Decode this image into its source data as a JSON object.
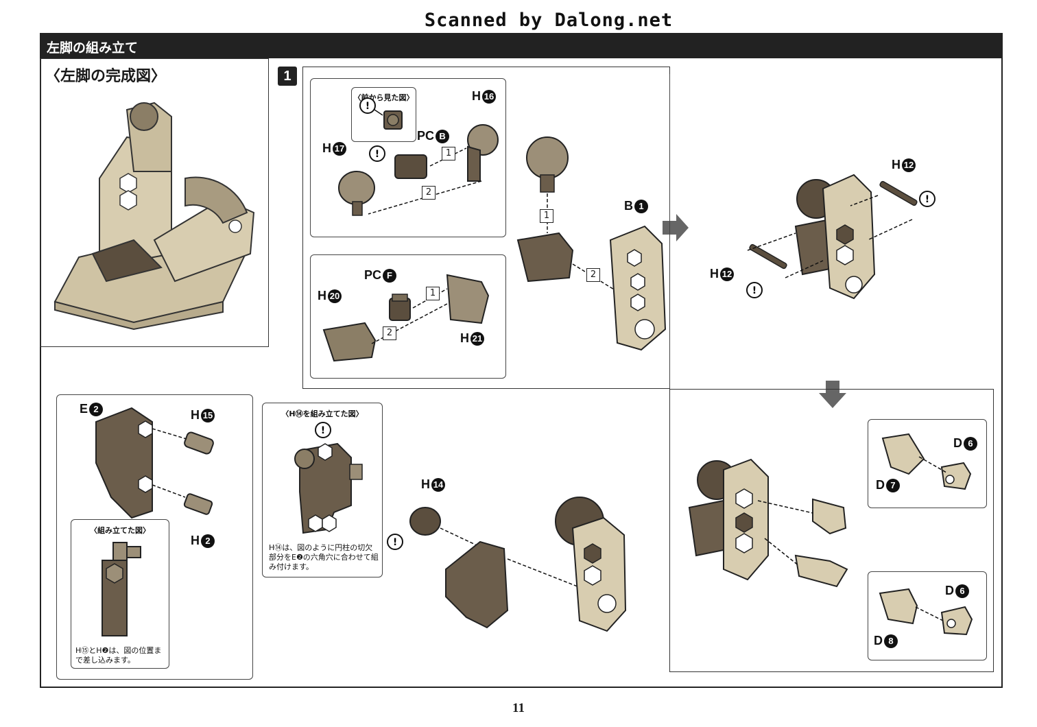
{
  "watermark": "Scanned by Dalong.net",
  "section_title": "左脚の組み立て",
  "completed_view_title": "〈左脚の完成図〉",
  "step_number": "1",
  "insets": {
    "front_view": "〈前から見た図〉",
    "h14_assembled": "〈H⑭を組み立てた図〉",
    "assembled": "〈組み立てた図〉"
  },
  "notes": {
    "h14_note": "H⑭は、図のように円柱の切欠部分をE❷の六角穴に合わせて組み付けます。",
    "h15_note": "H⑮とH❷は、図の位置まで差し込みます。"
  },
  "parts": {
    "h16": {
      "letter": "H",
      "num": "16"
    },
    "h17": {
      "letter": "H",
      "num": "17"
    },
    "pcb": {
      "letter": "PC",
      "num": "B"
    },
    "b1": {
      "letter": "B",
      "num": "1"
    },
    "pcf": {
      "letter": "PC",
      "num": "F"
    },
    "h20": {
      "letter": "H",
      "num": "20"
    },
    "h21": {
      "letter": "H",
      "num": "21"
    },
    "h12a": {
      "letter": "H",
      "num": "12"
    },
    "h12b": {
      "letter": "H",
      "num": "12"
    },
    "e2": {
      "letter": "E",
      "num": "2"
    },
    "h15": {
      "letter": "H",
      "num": "15"
    },
    "h2": {
      "letter": "H",
      "num": "2"
    },
    "h14": {
      "letter": "H",
      "num": "14"
    },
    "d6a": {
      "letter": "D",
      "num": "6"
    },
    "d7": {
      "letter": "D",
      "num": "7"
    },
    "d6b": {
      "letter": "D",
      "num": "6"
    },
    "d8": {
      "letter": "D",
      "num": "8"
    }
  },
  "order_markers": [
    "1",
    "2",
    "1",
    "1",
    "2",
    "2"
  ],
  "caution_symbol": "!",
  "page_number": "11",
  "colors": {
    "part_tan": "#d8cdb0",
    "part_dark": "#6b5d4b",
    "part_mid": "#9c8f78",
    "header": "#222222"
  }
}
